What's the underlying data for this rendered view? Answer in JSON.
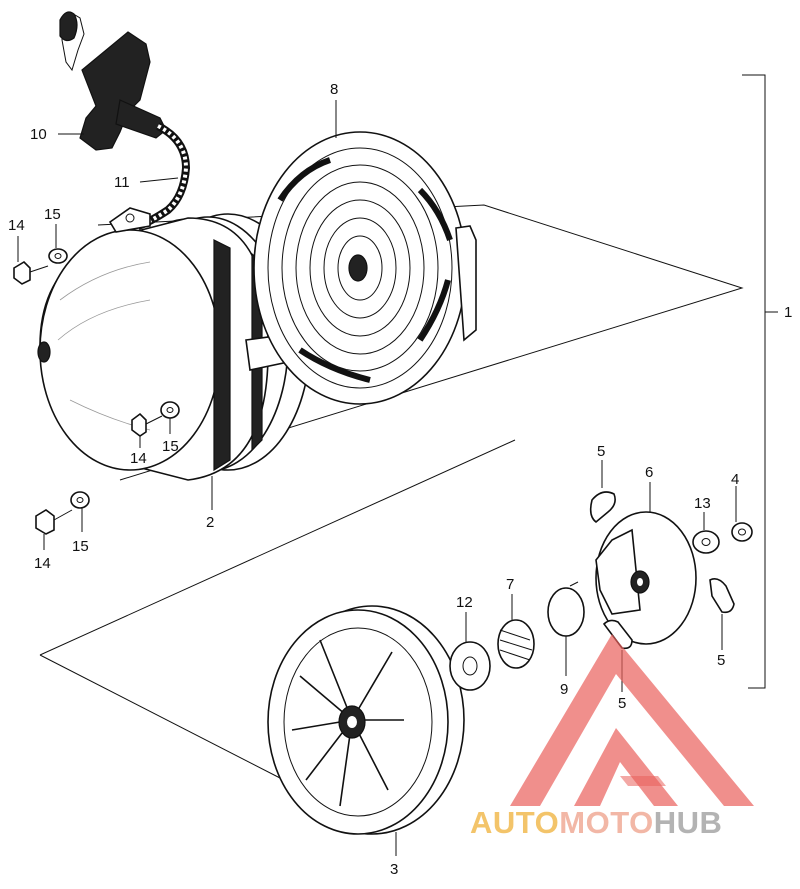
{
  "diagram": {
    "part_numbers": {
      "p1": "1",
      "p2": "2",
      "p3": "3",
      "p4": "4",
      "p5a": "5",
      "p5b": "5",
      "p5c": "5",
      "p6": "6",
      "p7": "7",
      "p8": "8",
      "p9": "9",
      "p10": "10",
      "p11": "11",
      "p12": "12",
      "p13": "13",
      "p14a": "14",
      "p14b": "14",
      "p14c": "14",
      "p15a": "15",
      "p15b": "15",
      "p15c": "15"
    }
  },
  "watermark": {
    "word_part1": "AUTO",
    "word_part2": "MOTO",
    "word_part3": "HUB",
    "colors": {
      "triangle": "#e9605b",
      "auto": "#f3c46a",
      "moto": "#f2b7a6",
      "hub": "#b3b3b3"
    }
  }
}
